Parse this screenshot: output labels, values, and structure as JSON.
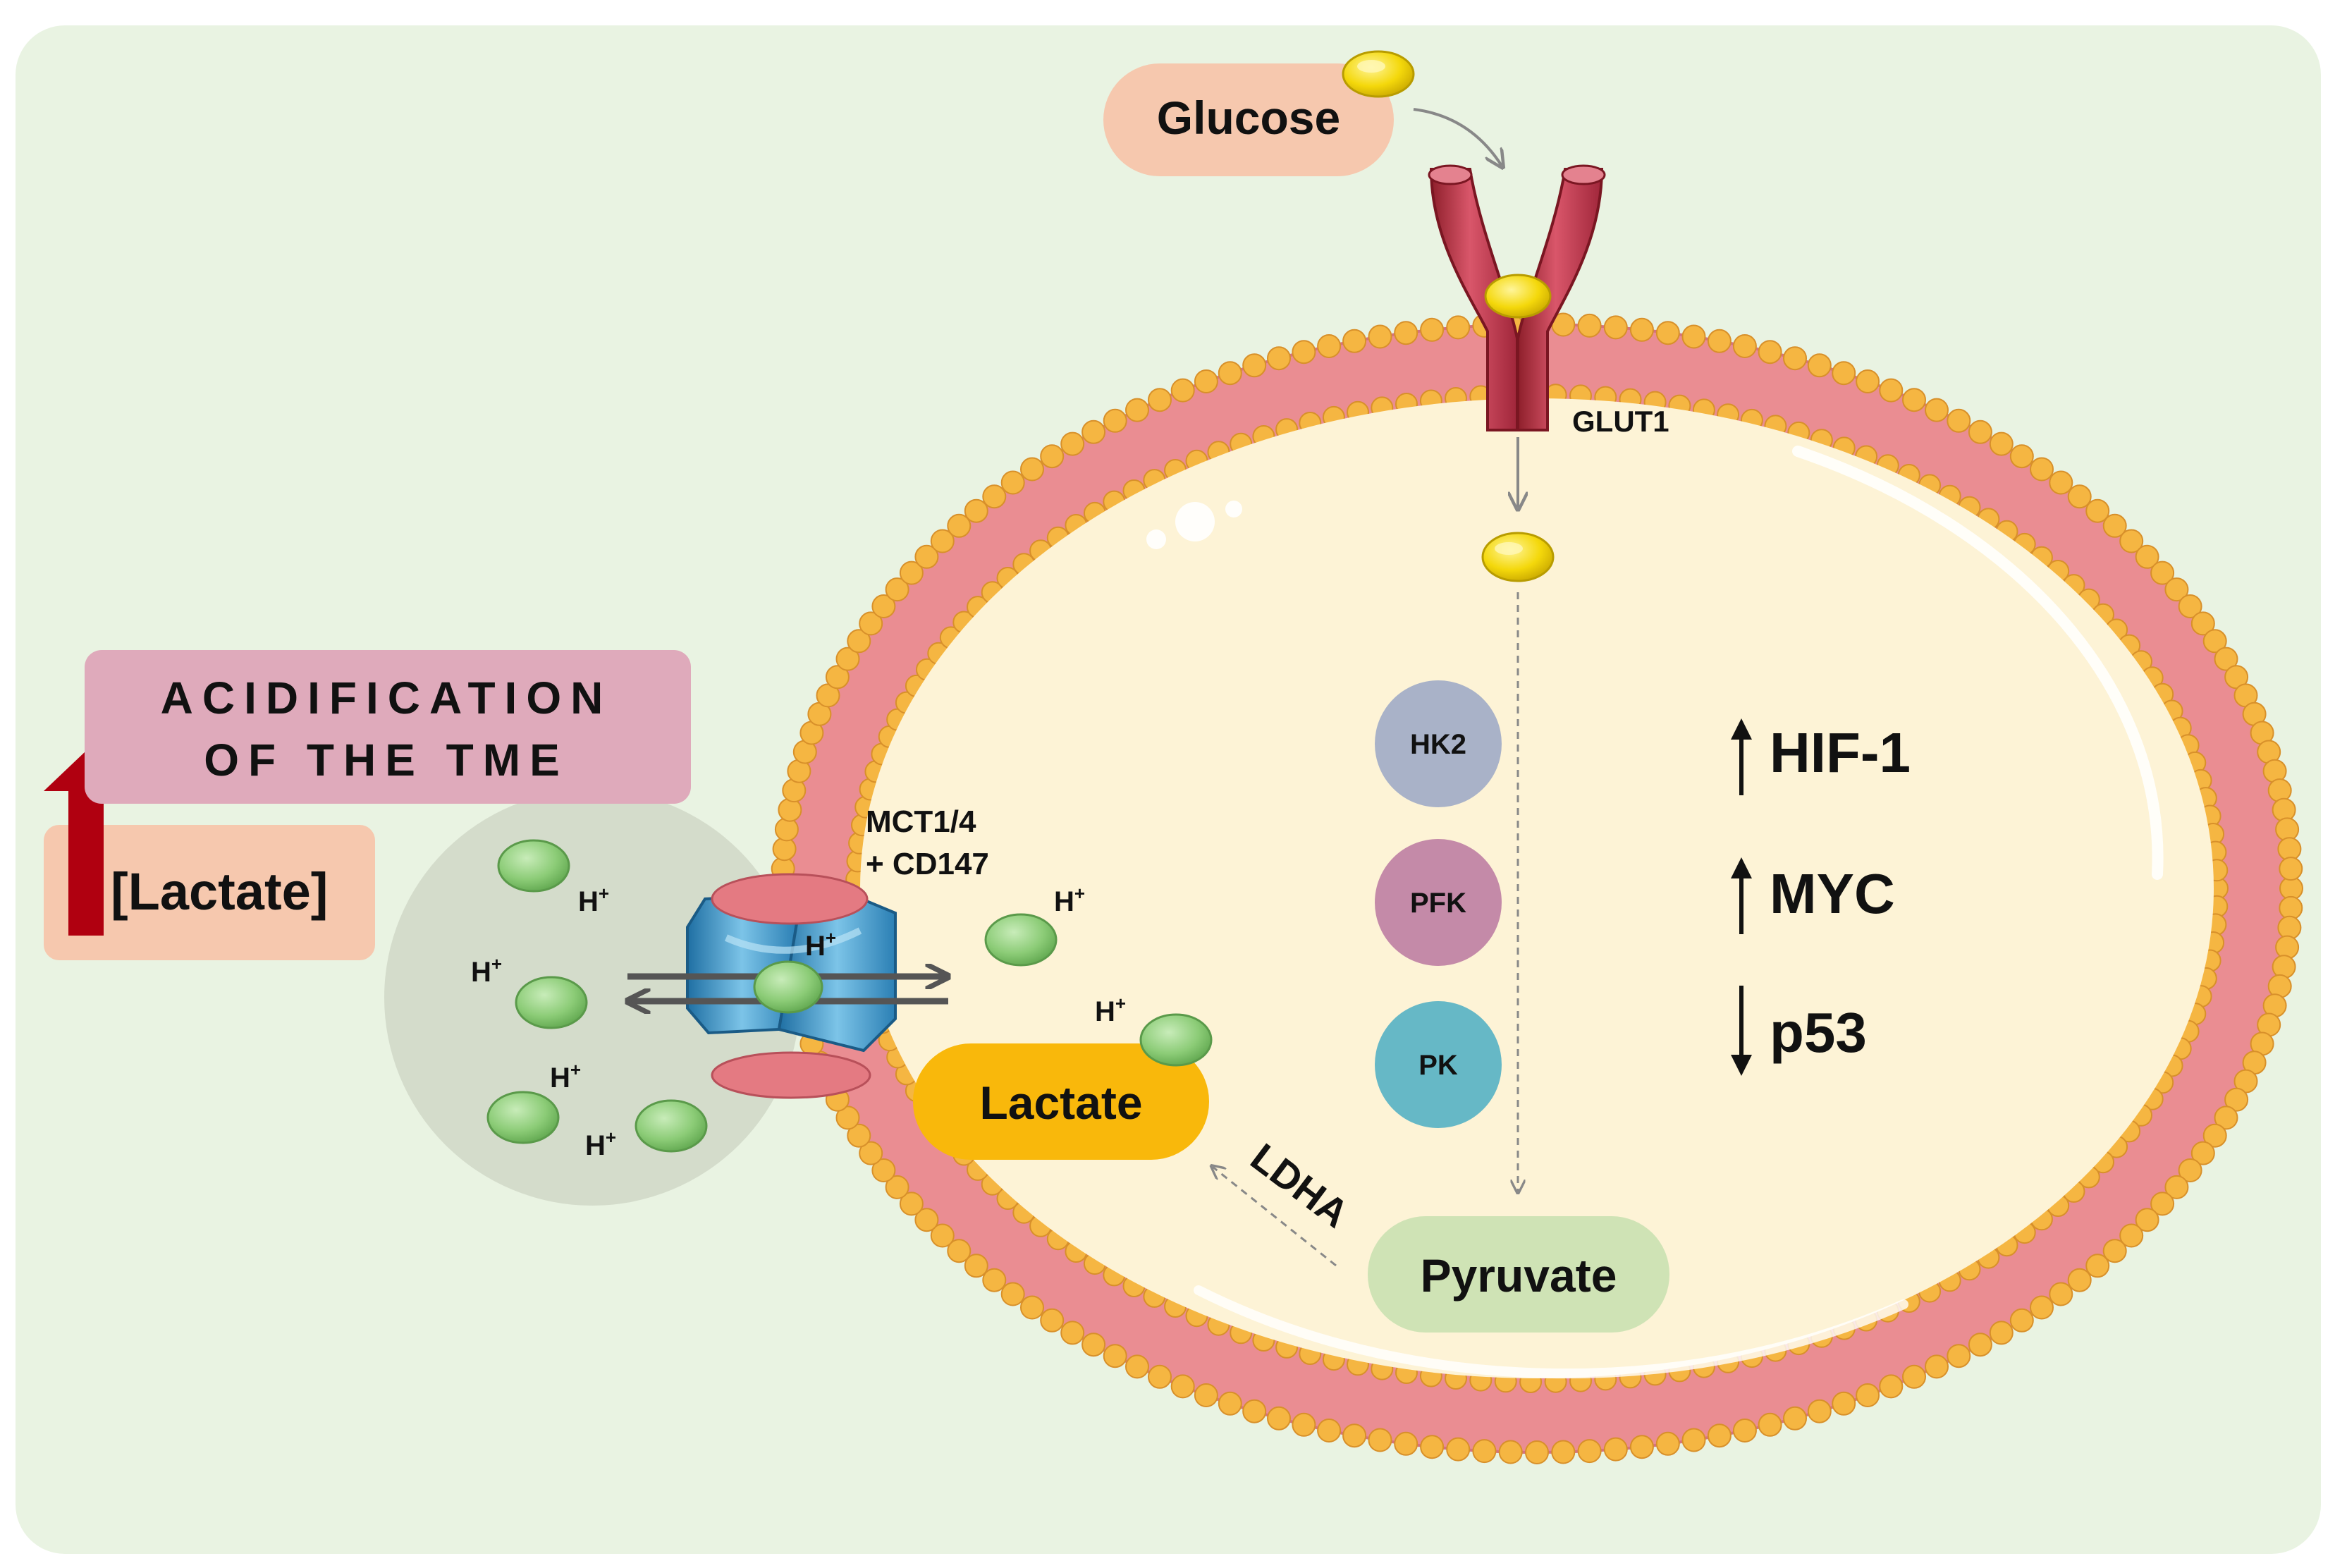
{
  "colors": {
    "background_panel": "#e9f3e2",
    "cell_interior": "#fdf3d6",
    "membrane_pink": "#ea8d92",
    "lipid_head_orange": "#f5b642",
    "glut_red": "#b3303d",
    "mct_blue": "#3f9ccf",
    "glucose_yellow": "#f4d80b",
    "proton_green": "#8ccc77",
    "lactate_box": "#f9b80b",
    "pyruvate_box": "#cfe3b5",
    "acidification_box": "#dfaabb",
    "lactate_pill": "#f6c8ae",
    "red_arrow": "#b00010",
    "hk2_circle": "#a9b2c8",
    "pfk_circle": "#c48aa8",
    "pk_circle": "#66b8c6"
  },
  "icons": [
    "glucose-molecule-icon",
    "glut1-transporter-icon",
    "mct-transporter-icon",
    "proton-icon",
    "up-arrow-icon",
    "down-arrow-icon"
  ],
  "labels": {
    "glucose": "Glucose",
    "glut1": "GLUT1",
    "acidification_line1": "ACIDIFICATION",
    "acidification_line2": "OF THE TME",
    "lactate_bracket": "[Lactate]",
    "mct_line1": "MCT1/4",
    "mct_line2": "+ CD147",
    "proton": "H",
    "proton_sup": "+",
    "lactate": "Lactate",
    "pyruvate": "Pyruvate",
    "ldha": "LDHA"
  },
  "enzymes": [
    "HK2",
    "PFK",
    "PK"
  ],
  "regulators": [
    {
      "name": "HIF-1",
      "direction": "up"
    },
    {
      "name": "MYC",
      "direction": "up"
    },
    {
      "name": "p53",
      "direction": "down"
    }
  ]
}
